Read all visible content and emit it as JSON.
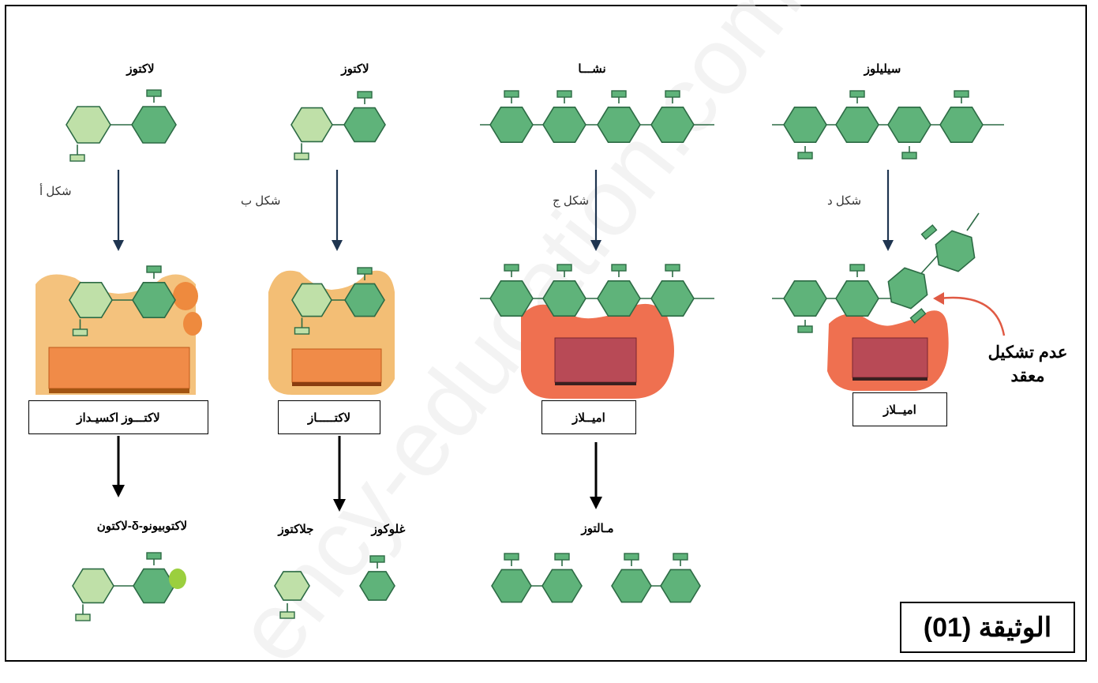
{
  "watermark": "ency-education.com",
  "columns": [
    {
      "title": "لاكتوز",
      "figure": "شكل أ",
      "enzyme": "لاكتـــوز اكسيـداز",
      "product": "لاكتوبيونو-δ-لاكتون"
    },
    {
      "title": "لاكتوز",
      "figure": "شكل ب",
      "enzyme": "لاكتـــــاز",
      "products": [
        "غلوكوز",
        "جلاكتوز"
      ]
    },
    {
      "title": "نشـــا",
      "figure": "شكل ج",
      "enzyme": "اميــلاز",
      "product": "مـالتوز"
    },
    {
      "title": "سيليلوز",
      "figure": "شكل د",
      "enzyme": "اميــلاز",
      "note": "عدم تشكيل معقد"
    }
  ],
  "document_label": "الوثيقة (01)",
  "colors": {
    "dark_green": "#5fb37a",
    "light_green": "#bfe0a8",
    "stroke": "#2d6b45",
    "lactase_enzyme": "#f2b766",
    "amylase_enzyme": "#ef7050",
    "arrow": "#1f3550"
  }
}
